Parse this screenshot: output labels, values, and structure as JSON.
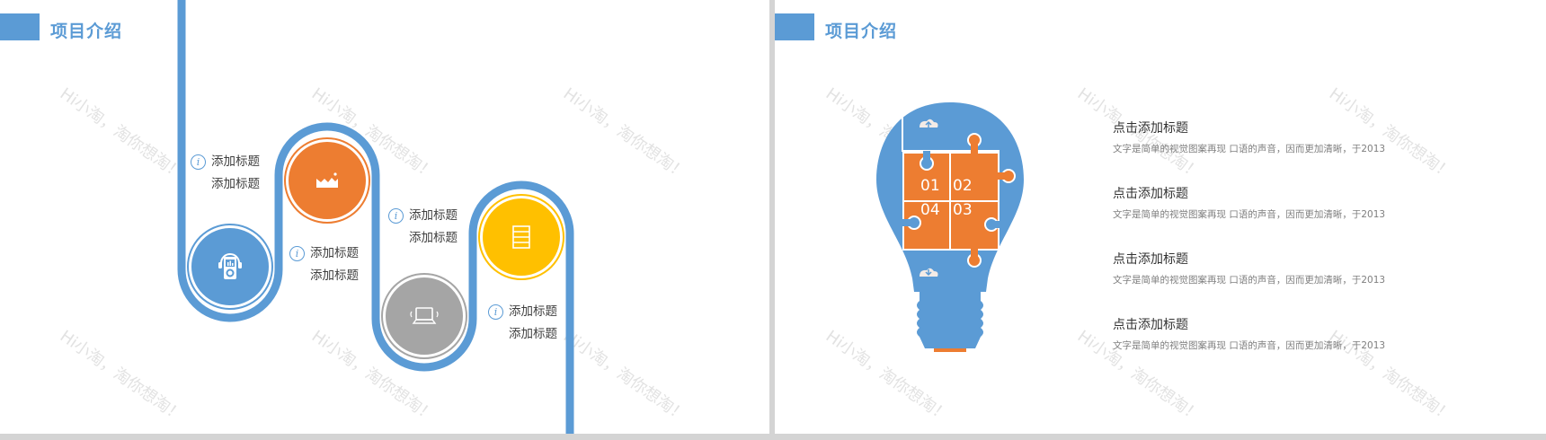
{
  "colors": {
    "primary_blue": "#5b9bd5",
    "orange": "#ed7d31",
    "yellow": "#ffc000",
    "gray": "#a5a5a5",
    "gutter": "#d4d4d4"
  },
  "watermark_text": "Hi小淘，淘你想淘！",
  "slide1": {
    "title": "项目介绍",
    "steps": [
      {
        "icon": "music-player-icon",
        "color": "#5b9bd5",
        "labels": [
          "添加标题",
          "添加标题"
        ]
      },
      {
        "icon": "factory-icon",
        "color": "#ed7d31",
        "labels": [
          "添加标题",
          "添加标题"
        ]
      },
      {
        "icon": "laptop-icon",
        "color": "#a5a5a5",
        "labels": [
          "添加标题",
          "添加标题"
        ]
      },
      {
        "icon": "server-icon",
        "color": "#ffc000",
        "labels": [
          "添加标题",
          "添加标题"
        ]
      }
    ]
  },
  "slide2": {
    "title": "项目介绍",
    "bulb": {
      "upload_icon": "cloud-upload-icon",
      "download_icon": "cloud-download-icon",
      "pieces": [
        "01",
        "02",
        "03",
        "04"
      ]
    },
    "items": [
      {
        "title": "点击添加标题",
        "desc": "文字是简单的视觉图案再现 口语的声音，因而更加清晰，于2013"
      },
      {
        "title": "点击添加标题",
        "desc": "文字是简单的视觉图案再现 口语的声音，因而更加清晰，于2013"
      },
      {
        "title": "点击添加标题",
        "desc": "文字是简单的视觉图案再现 口语的声音，因而更加清晰，于2013"
      },
      {
        "title": "点击添加标题",
        "desc": "文字是简单的视觉图案再现 口语的声音，因而更加清晰，于2013"
      }
    ]
  }
}
